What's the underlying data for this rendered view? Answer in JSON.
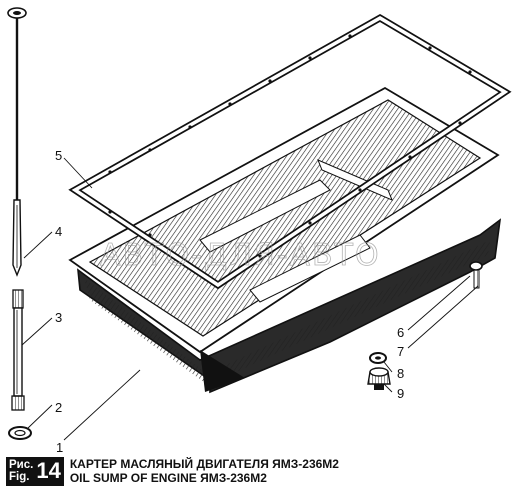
{
  "callouts": [
    "1",
    "2",
    "3",
    "4",
    "5",
    "6",
    "7",
    "8",
    "9"
  ],
  "watermark": "АВТО-ДЛЯ-АВТО",
  "caption": {
    "label_ru": "Рис.",
    "label_en": "Fig.",
    "number": "14",
    "title_ru": "КАРТЕР МАСЛЯНЫЙ ДВИГАТЕЛЯ ЯМЗ-236М2",
    "title_en": "OIL SUMP OF ENGINE ЯМЗ-236М2"
  }
}
